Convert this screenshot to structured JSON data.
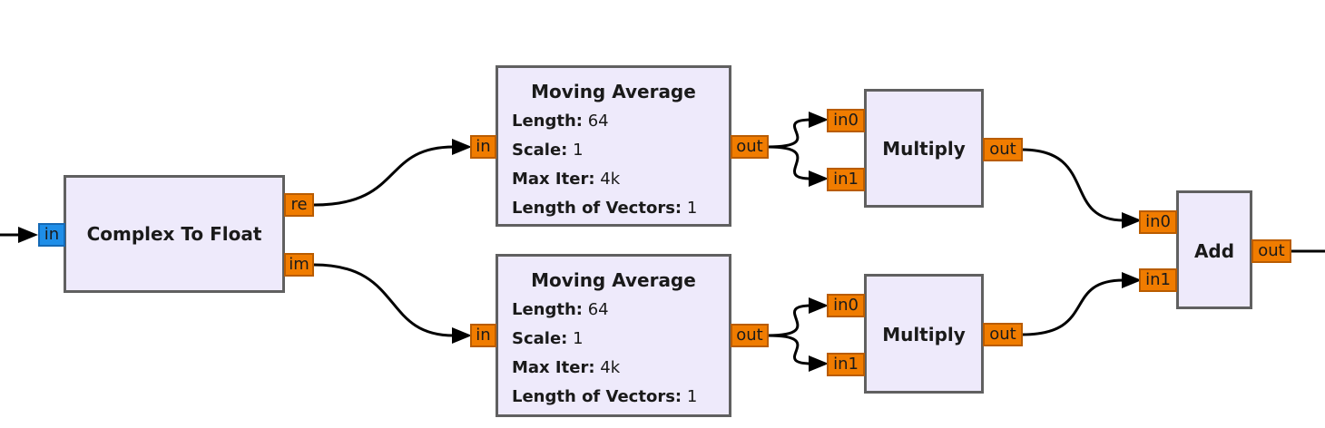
{
  "flowgraph": {
    "complex_to_float": {
      "title": "Complex To Float",
      "in_port": "in",
      "out_ports": [
        "re",
        "im"
      ]
    },
    "moving_average_1": {
      "title": "Moving Average",
      "params": [
        {
          "name": "Length:",
          "value": "64"
        },
        {
          "name": "Scale:",
          "value": "1"
        },
        {
          "name": "Max Iter:",
          "value": "4k"
        },
        {
          "name": "Length of Vectors:",
          "value": "1"
        }
      ],
      "in_port": "in",
      "out_port": "out"
    },
    "moving_average_2": {
      "title": "Moving Average",
      "params": [
        {
          "name": "Length:",
          "value": "64"
        },
        {
          "name": "Scale:",
          "value": "1"
        },
        {
          "name": "Max Iter:",
          "value": "4k"
        },
        {
          "name": "Length of Vectors:",
          "value": "1"
        }
      ],
      "in_port": "in",
      "out_port": "out"
    },
    "multiply_1": {
      "title": "Multiply",
      "in_ports": [
        "in0",
        "in1"
      ],
      "out_port": "out"
    },
    "multiply_2": {
      "title": "Multiply",
      "in_ports": [
        "in0",
        "in1"
      ],
      "out_port": "out"
    },
    "add": {
      "title": "Add",
      "in_ports": [
        "in0",
        "in1"
      ],
      "out_port": "out"
    }
  },
  "colors": {
    "block_fill": "#eeeafb",
    "block_border": "#606060",
    "float_port": "#f07c00",
    "complex_port": "#1f8ee8",
    "connection": "#000000"
  }
}
